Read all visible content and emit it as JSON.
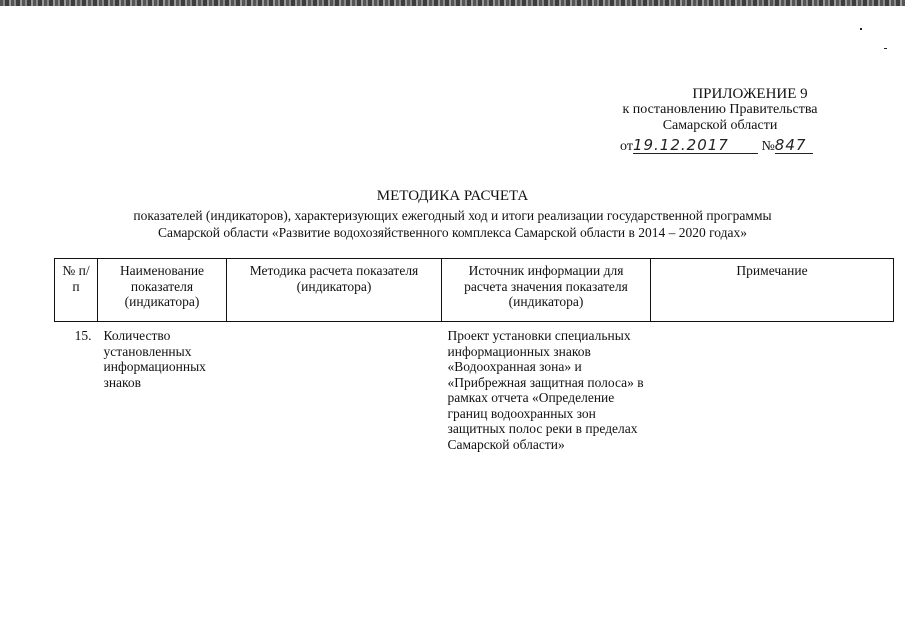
{
  "appendix": {
    "title": "ПРИЛОЖЕНИЕ 9",
    "line1": "к постановлению Правительства",
    "line2": "Самарской области",
    "date_prefix": "от",
    "date_value": "19.12.2017",
    "number_prefix": "№",
    "number_value": "847"
  },
  "document": {
    "title": "МЕТОДИКА РАСЧЕТА",
    "subtitle_line1": "показателей (индикаторов), характеризующих ежегодный ход и итоги реализации государственной программы",
    "subtitle_line2": "Самарской области «Развитие водохозяйственного комплекса Самарской области в 2014 – 2020 годах»"
  },
  "table": {
    "headers": {
      "num": "№ п/п",
      "name": "Наименование показателя (индикатора)",
      "method": "Методика расчета показателя (индикатора)",
      "source": "Источник информации для расчета значения показателя (индикатора)",
      "note": "Примечание"
    },
    "rows": [
      {
        "num": "15.",
        "name": "Количество установленных информационных знаков",
        "method": "",
        "source": "Проект установки специальных информационных знаков «Водоохранная зона» и «Прибрежная защитная полоса» в рамках отчета «Определение границ водоохранных зон защитных полос реки в пределах Самарской области»",
        "note": ""
      }
    ]
  }
}
